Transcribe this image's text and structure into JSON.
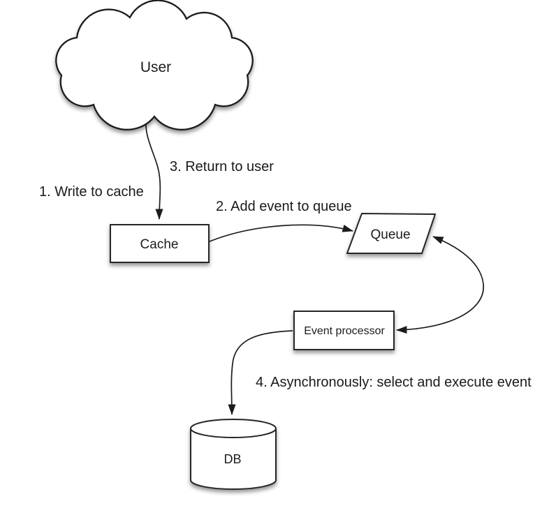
{
  "nodes": {
    "user": {
      "label": "User",
      "shape": "cloud"
    },
    "cache": {
      "label": "Cache",
      "shape": "rectangle"
    },
    "queue": {
      "label": "Queue",
      "shape": "parallelogram"
    },
    "event_processor": {
      "label": "Event processor",
      "shape": "rectangle"
    },
    "db": {
      "label": "DB",
      "shape": "cylinder"
    }
  },
  "edges": {
    "user_to_cache": {
      "label": "1. Write to cache"
    },
    "cache_to_queue": {
      "label": "2. Add event to queue"
    },
    "cache_to_user": {
      "label": "3. Return to user"
    },
    "event_processor_to_db": {
      "label": "4. Asynchronously: select and execute event"
    }
  },
  "colors": {
    "background": "#ffffff",
    "stroke": "#1c1c1c",
    "shape_fill": "#ffffff",
    "text": "#1a1a1a"
  }
}
